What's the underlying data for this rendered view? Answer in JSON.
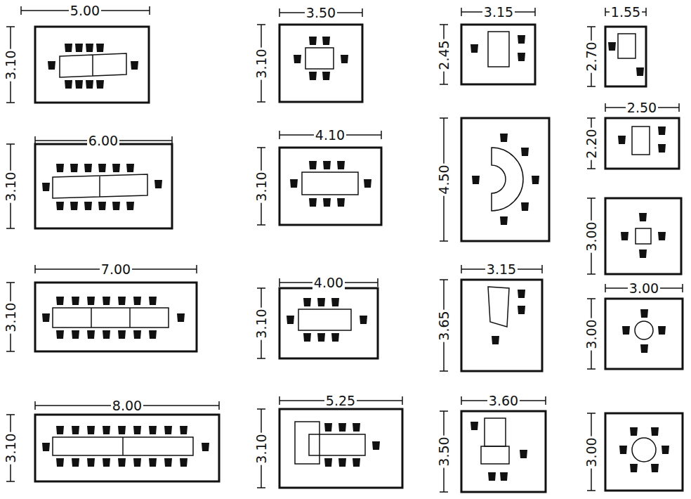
{
  "diagram": {
    "labels": [
      "5.00",
      "3.10",
      "3.50",
      "3.10",
      "3.15",
      "2.45",
      "1.55",
      "2.70",
      "6.00",
      "3.10",
      "4.10",
      "3.10",
      "4.50",
      "2.50",
      "2.20",
      "3.00",
      "7.00",
      "3.10",
      "4.00",
      "3.10",
      "3.15",
      "3.65",
      "3.00",
      "3.00",
      "8.00",
      "3.10",
      "5.25",
      "3.10",
      "3.60",
      "3.50",
      "3.00"
    ]
  }
}
